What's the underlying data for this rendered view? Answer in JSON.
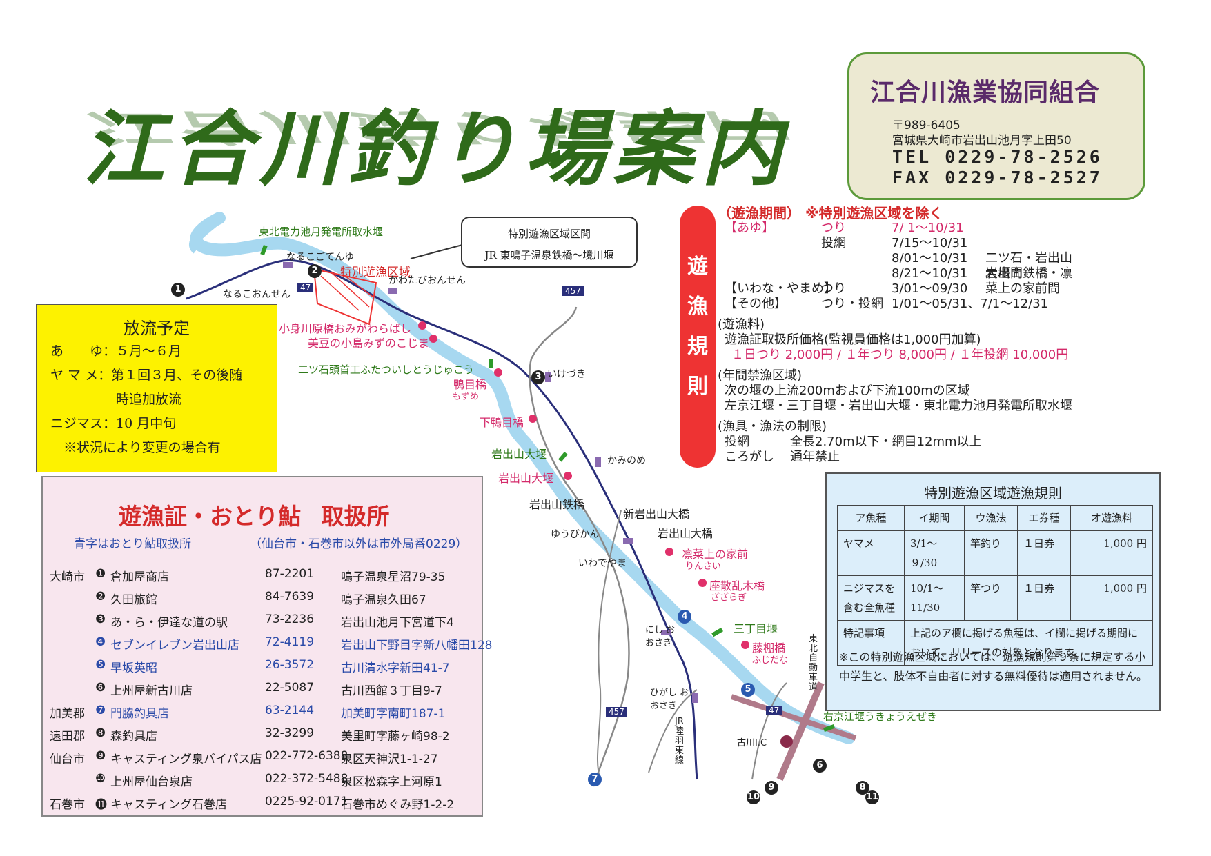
{
  "title": "江合川釣り場案内",
  "coop": {
    "name": "江合川漁業協同組合",
    "postal": "〒989-6405",
    "address": "宮城県大崎市岩出山池月字上田50",
    "tel": "TEL 0229-78-2526",
    "fax": "FAX 0229-78-2527"
  },
  "rules": {
    "tab": [
      "遊",
      "漁",
      "規",
      "則"
    ],
    "period_header": "（遊漁期間） ※特別遊漁区域を除く",
    "ayu_label": "【あゆ】",
    "ayu_rows": [
      {
        "method": "つり",
        "period": "7/ 1～10/31",
        "note": ""
      },
      {
        "method": "投網",
        "period": "7/15～10/31",
        "note": ""
      },
      {
        "method": "",
        "period": "8/01～10/31",
        "note": "二ツ石・岩出山大堰間"
      },
      {
        "method": "",
        "period": "8/21～10/31",
        "note": "岩出山鉄橋・凛菜上の家前間"
      }
    ],
    "iwana_label": "【いわな・やまめ】",
    "iwana_method": "つり",
    "iwana_period": "3/01～09/30",
    "other_label": "【その他】",
    "other_method": "つり・投網",
    "other_period": "1/01～05/31、7/1～12/31",
    "fee_header": "(遊漁料)",
    "fee_line1": "遊漁証取扱所価格(監視員価格は1,000円加算)",
    "fee_line2": "１日つり 2,000円 / １年つり 8,000円 / １年投網 10,000円",
    "ban_header": "(年間禁漁区域)",
    "ban_line1": "次の堰の上流200mおよび下流100mの区域",
    "ban_line2": "左京江堰・三丁目堰・岩出山大堰・東北電力池月発電所取水堰",
    "gear_header": "(漁具・漁法の制限)",
    "gear_line1_label": "投網",
    "gear_line1": "全長2.70m以下・網目12mm以上",
    "gear_line2_label": "ころがし",
    "gear_line2": "通年禁止"
  },
  "release": {
    "header": "放流予定",
    "rows": [
      "あ　　ゆ：５月～６月",
      "ヤ マ メ：第１回３月、その後随",
      "　　　　　時追加放流",
      "ニジマス：10 月中旬",
      "　※状況により変更の場合有"
    ]
  },
  "shops": {
    "header_a": "遊漁証・おとり鮎",
    "header_b": "取扱所",
    "sub_left": "青字はおとり鮎取扱所",
    "sub_right": "（仙台市・石巻市以外は市外局番0229）",
    "rows": [
      {
        "area": "大崎市",
        "no": "❶",
        "name": "倉加屋商店",
        "tel": "87-2201",
        "addr": "鳴子温泉星沼79-35",
        "blue": false
      },
      {
        "area": "",
        "no": "❷",
        "name": "久田旅館",
        "tel": "84-7639",
        "addr": "鳴子温泉久田67",
        "blue": false
      },
      {
        "area": "",
        "no": "❸",
        "name": "あ・ら・伊達な道の駅",
        "tel": "73-2236",
        "addr": "岩出山池月下宮道下4",
        "blue": false
      },
      {
        "area": "",
        "no": "❹",
        "name": "セブンイレブン岩出山店",
        "tel": "72-4119",
        "addr": "岩出山下野目字新八幡田128",
        "blue": true
      },
      {
        "area": "",
        "no": "❺",
        "name": "早坂英昭",
        "tel": "26-3572",
        "addr": "古川清水字新田41-7",
        "blue": true
      },
      {
        "area": "",
        "no": "❻",
        "name": "上州屋新古川店",
        "tel": "22-5087",
        "addr": "古川西館３丁目9-7",
        "blue": false
      },
      {
        "area": "加美郡",
        "no": "❼",
        "name": "門脇釣具店",
        "tel": "63-2144",
        "addr": "加美町字南町187-1",
        "blue": true
      },
      {
        "area": "遠田郡",
        "no": "❽",
        "name": "森釣具店",
        "tel": "32-3299",
        "addr": "美里町字藤ヶ崎98-2",
        "blue": false
      },
      {
        "area": "仙台市",
        "no": "❾",
        "name": "キャスティング泉バイパス店",
        "tel": "022-772-6388",
        "addr": "泉区天神沢1-1-27",
        "blue": false
      },
      {
        "area": "",
        "no": "❿",
        "name": "上州屋仙台泉店",
        "tel": "022-372-5488",
        "addr": "泉区松森字上河原1",
        "blue": false
      },
      {
        "area": "石巻市",
        "no": "⓫",
        "name": "キャスティング石巻店",
        "tel": "0225-92-0171",
        "addr": "石巻市めぐみ野1-2-2",
        "blue": false
      }
    ]
  },
  "special": {
    "header": "特別遊漁区域遊漁規則",
    "cols": [
      "ア魚種",
      "イ期間",
      "ウ漁法",
      "エ券種",
      "オ遊漁料"
    ],
    "row1": [
      "ヤマメ",
      "3/1～９/30",
      "竿釣り",
      "１日券",
      "1,000 円"
    ],
    "row2": [
      "ニジマスを含む全魚種",
      "10/1～11/30",
      "竿つり",
      "１日券",
      "1,000 円"
    ],
    "row3_label": "特記事項",
    "row3_text": "上記のア欄に掲げる魚種は、イ欄に掲げる期間において、リリースの対象となります。",
    "note": "※この特別遊漁区域においては、遊漁規則第９条に規定する小中学生と、肢体不自由者に対する無料優待は適用されません。"
  },
  "callout": {
    "line1": "特別遊漁区域区間",
    "line2": "JR 東鳴子温泉鉄橋～境川堰"
  },
  "map": {
    "labels": {
      "tohoku_dam": "東北電力池月発電所取水堰",
      "narukogoten": "なるこごてんゆ",
      "special_area": "特別遊漁区域",
      "kawatabi": "かわたびおんせん",
      "narukoonsen": "なるこおんせん",
      "route47a": "47",
      "route457a": "457",
      "omigawara": "小身川原橋おみがわらばし",
      "mizunokojima": "美豆の小島みずのこじま",
      "futatsuishi": "二ツ石頭首工ふたついしとうじゅこう",
      "ikezuki": "いけづき",
      "mozume": "鴨目橋",
      "mozume_kana": "もずめ",
      "shimomozume": "下鴨目橋",
      "iwadeyama_dam_g": "岩出山大堰",
      "iwadeyama_dam_r": "岩出山大堰",
      "kaminome": "かみのめ",
      "iwadeyama_rail": "岩出山鉄橋",
      "shin_iwadeyama": "新岩出山大橋",
      "iwadeyama_bridge": "岩出山大橋",
      "yuubikan": "ゆうびかん",
      "rinsai": "凛菜上の家前",
      "rinsai_kana": "りんさい",
      "iwadeyama_st": "いわでやま",
      "zasanran": "座散乱木橋",
      "zasanran_kana": "ざざらぎ",
      "sanchome": "三丁目堰",
      "fujitana": "藤棚橋",
      "fujitana_kana": "ふじだな",
      "nishi_osaki": "にし おおさき",
      "higashi_osaki": "ひがし おおさき",
      "jr_line": "JR陸羽東線",
      "expressway": "東北自動車道",
      "route457b": "457",
      "route47b": "47",
      "sakyoe": "右京江堰うきょうえぜき",
      "furukawa_ic": "古川I.C"
    },
    "markers": {
      "n1": "1",
      "n2": "2",
      "n3": "3",
      "n4": "4",
      "n5": "5",
      "n6": "6",
      "n7": "7",
      "n8": "8",
      "n9": "9",
      "n10": "10",
      "n11": "11"
    },
    "colors": {
      "river": "#a7d8f0",
      "rail": "#2a2f7a",
      "road": "#888888",
      "weir": "#2f9a2a",
      "special": "#e33"
    }
  }
}
